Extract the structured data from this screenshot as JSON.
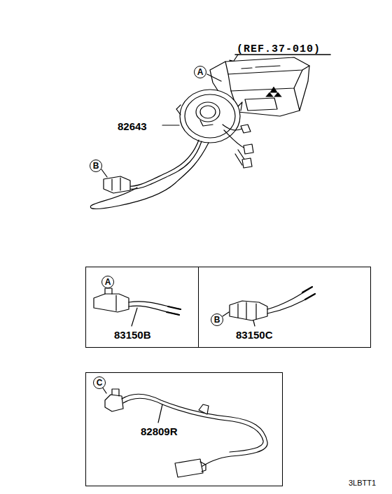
{
  "diagram": {
    "nodes": [
      {
        "text": [
          "A"
        ]
      },
      {
        "text": [
          "B"
        ]
      },
      {
        "text": [
          "83150B"
        ]
      },
      {
        "text": [
          "A"
        ],
        "in": 2
      },
      {
        "text": [
          "83150C"
        ]
      },
      {
        "text": [
          "B"
        ],
        "in": 4
      },
      {
        "text": [
          "82809R"
        ]
      },
      {
        "text": [
          "C"
        ],
        "in": 6
      }
    ],
    "edges": [],
    "labels": [
      "(REF.37-010)",
      "82643",
      "3LBTT1"
    ]
  }
}
